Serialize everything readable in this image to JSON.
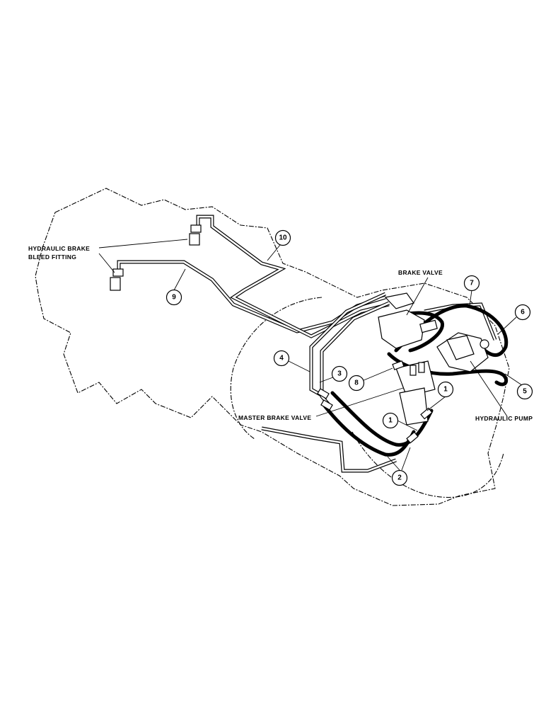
{
  "labels": {
    "bleed_fitting_line1": "HYDRAULIC BRAKE",
    "bleed_fitting_line2": "BLEED FITTING",
    "brake_valve": "BRAKE VALVE",
    "master_brake_valve": "MASTER BRAKE VALVE",
    "hydraulic_pump": "HYDRAULIC PUMP"
  },
  "callouts": {
    "c1a": "1",
    "c1b": "1",
    "c2": "2",
    "c3": "3",
    "c4": "4",
    "c5": "5",
    "c6": "6",
    "c7": "7",
    "c8": "8",
    "c9": "9",
    "c10": "10"
  }
}
